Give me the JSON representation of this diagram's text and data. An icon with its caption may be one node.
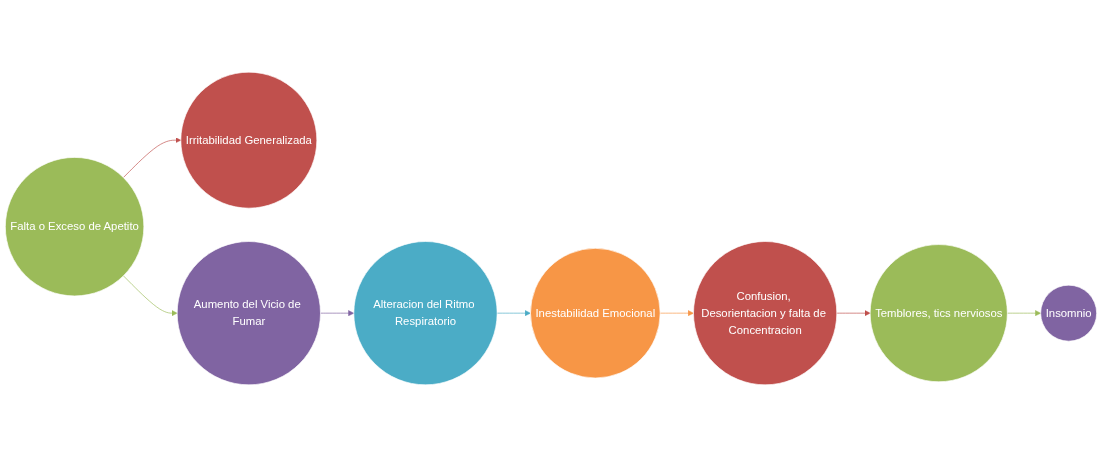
{
  "diagram": {
    "nodes": [
      {
        "text": [
          "Irritabilidad Generalizada"
        ]
      },
      {
        "text": [
          "Alteracion del Ritmo Respiratorio"
        ]
      },
      {
        "text": [
          "Inestabilidad Emocional"
        ]
      },
      {
        "text": [
          "Insomnio"
        ]
      },
      {
        "text": [
          "Falta o Exceso de Apetito"
        ]
      },
      {
        "text": [
          "Aumento del Vicio de Fumar"
        ]
      },
      {
        "text": [
          "Confusion, Desorientacion y falta de Concentracion"
        ]
      },
      {
        "text": [
          "Temblores, tics nerviosos"
        ]
      }
    ],
    "edges": [
      {
        "from": 4,
        "to": 0,
        "arrow": "to",
        "color": "#c0504d"
      },
      {
        "from": 4,
        "to": 5,
        "arrow": "to",
        "color": "#9bbb59"
      },
      {
        "from": 5,
        "to": 1,
        "arrow": "to",
        "color": "#8064a2"
      },
      {
        "from": 1,
        "to": 2,
        "arrow": "to",
        "color": "#4bacc6"
      },
      {
        "from": 2,
        "to": 6,
        "arrow": "to",
        "color": "#f79646"
      },
      {
        "from": 6,
        "to": 7,
        "arrow": "to",
        "color": "#c0504d"
      },
      {
        "from": 7,
        "to": 3,
        "arrow": "to",
        "color": "#9bbb59"
      }
    ]
  }
}
